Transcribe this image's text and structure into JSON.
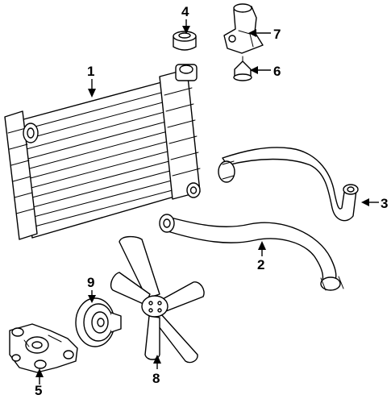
{
  "callouts": [
    {
      "id": "radiator",
      "label": "1"
    },
    {
      "id": "lower-hose",
      "label": "2"
    },
    {
      "id": "upper-hose",
      "label": "3"
    },
    {
      "id": "radiator-cap",
      "label": "4"
    },
    {
      "id": "water-pump",
      "label": "5"
    },
    {
      "id": "thermostat",
      "label": "6"
    },
    {
      "id": "thermostat-housing",
      "label": "7"
    },
    {
      "id": "fan-blade",
      "label": "8"
    },
    {
      "id": "fan-clutch-pulley",
      "label": "9"
    }
  ],
  "colors": {
    "line": "#000000",
    "background": "#ffffff"
  }
}
